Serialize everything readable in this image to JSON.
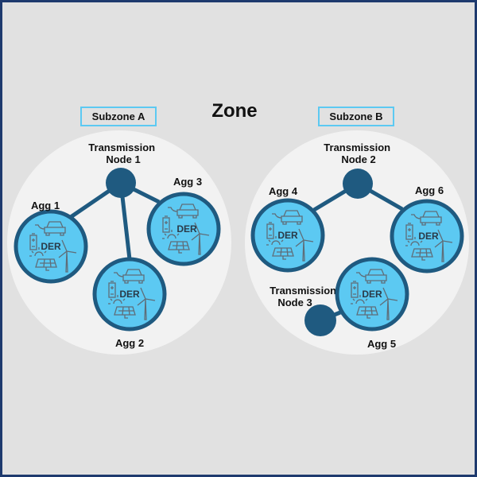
{
  "title": "Zone",
  "subzones": [
    {
      "label": "Subzone A"
    },
    {
      "label": "Subzone B"
    }
  ],
  "transmission_nodes": [
    {
      "line1": "Transmission",
      "line2": "Node 1"
    },
    {
      "line1": "Transmission",
      "line2": "Node 2"
    },
    {
      "line1": "Transmission",
      "line2": "Node 3"
    }
  ],
  "aggregators": [
    {
      "label": "Agg 1",
      "der": "DER"
    },
    {
      "label": "Agg 2",
      "der": "DER"
    },
    {
      "label": "Agg 3",
      "der": "DER"
    },
    {
      "label": "Agg 4",
      "der": "DER"
    },
    {
      "label": "Agg 5",
      "der": "DER"
    },
    {
      "label": "Agg 6",
      "der": "DER"
    }
  ],
  "colors": {
    "background": "#e1e1e1",
    "border": "#1e3a6e",
    "subzone_fill": "#f2f2f2",
    "node": "#1f5a80",
    "der_fill": "#5cc9f2",
    "subzone_box_border": "#5cc9f2"
  }
}
